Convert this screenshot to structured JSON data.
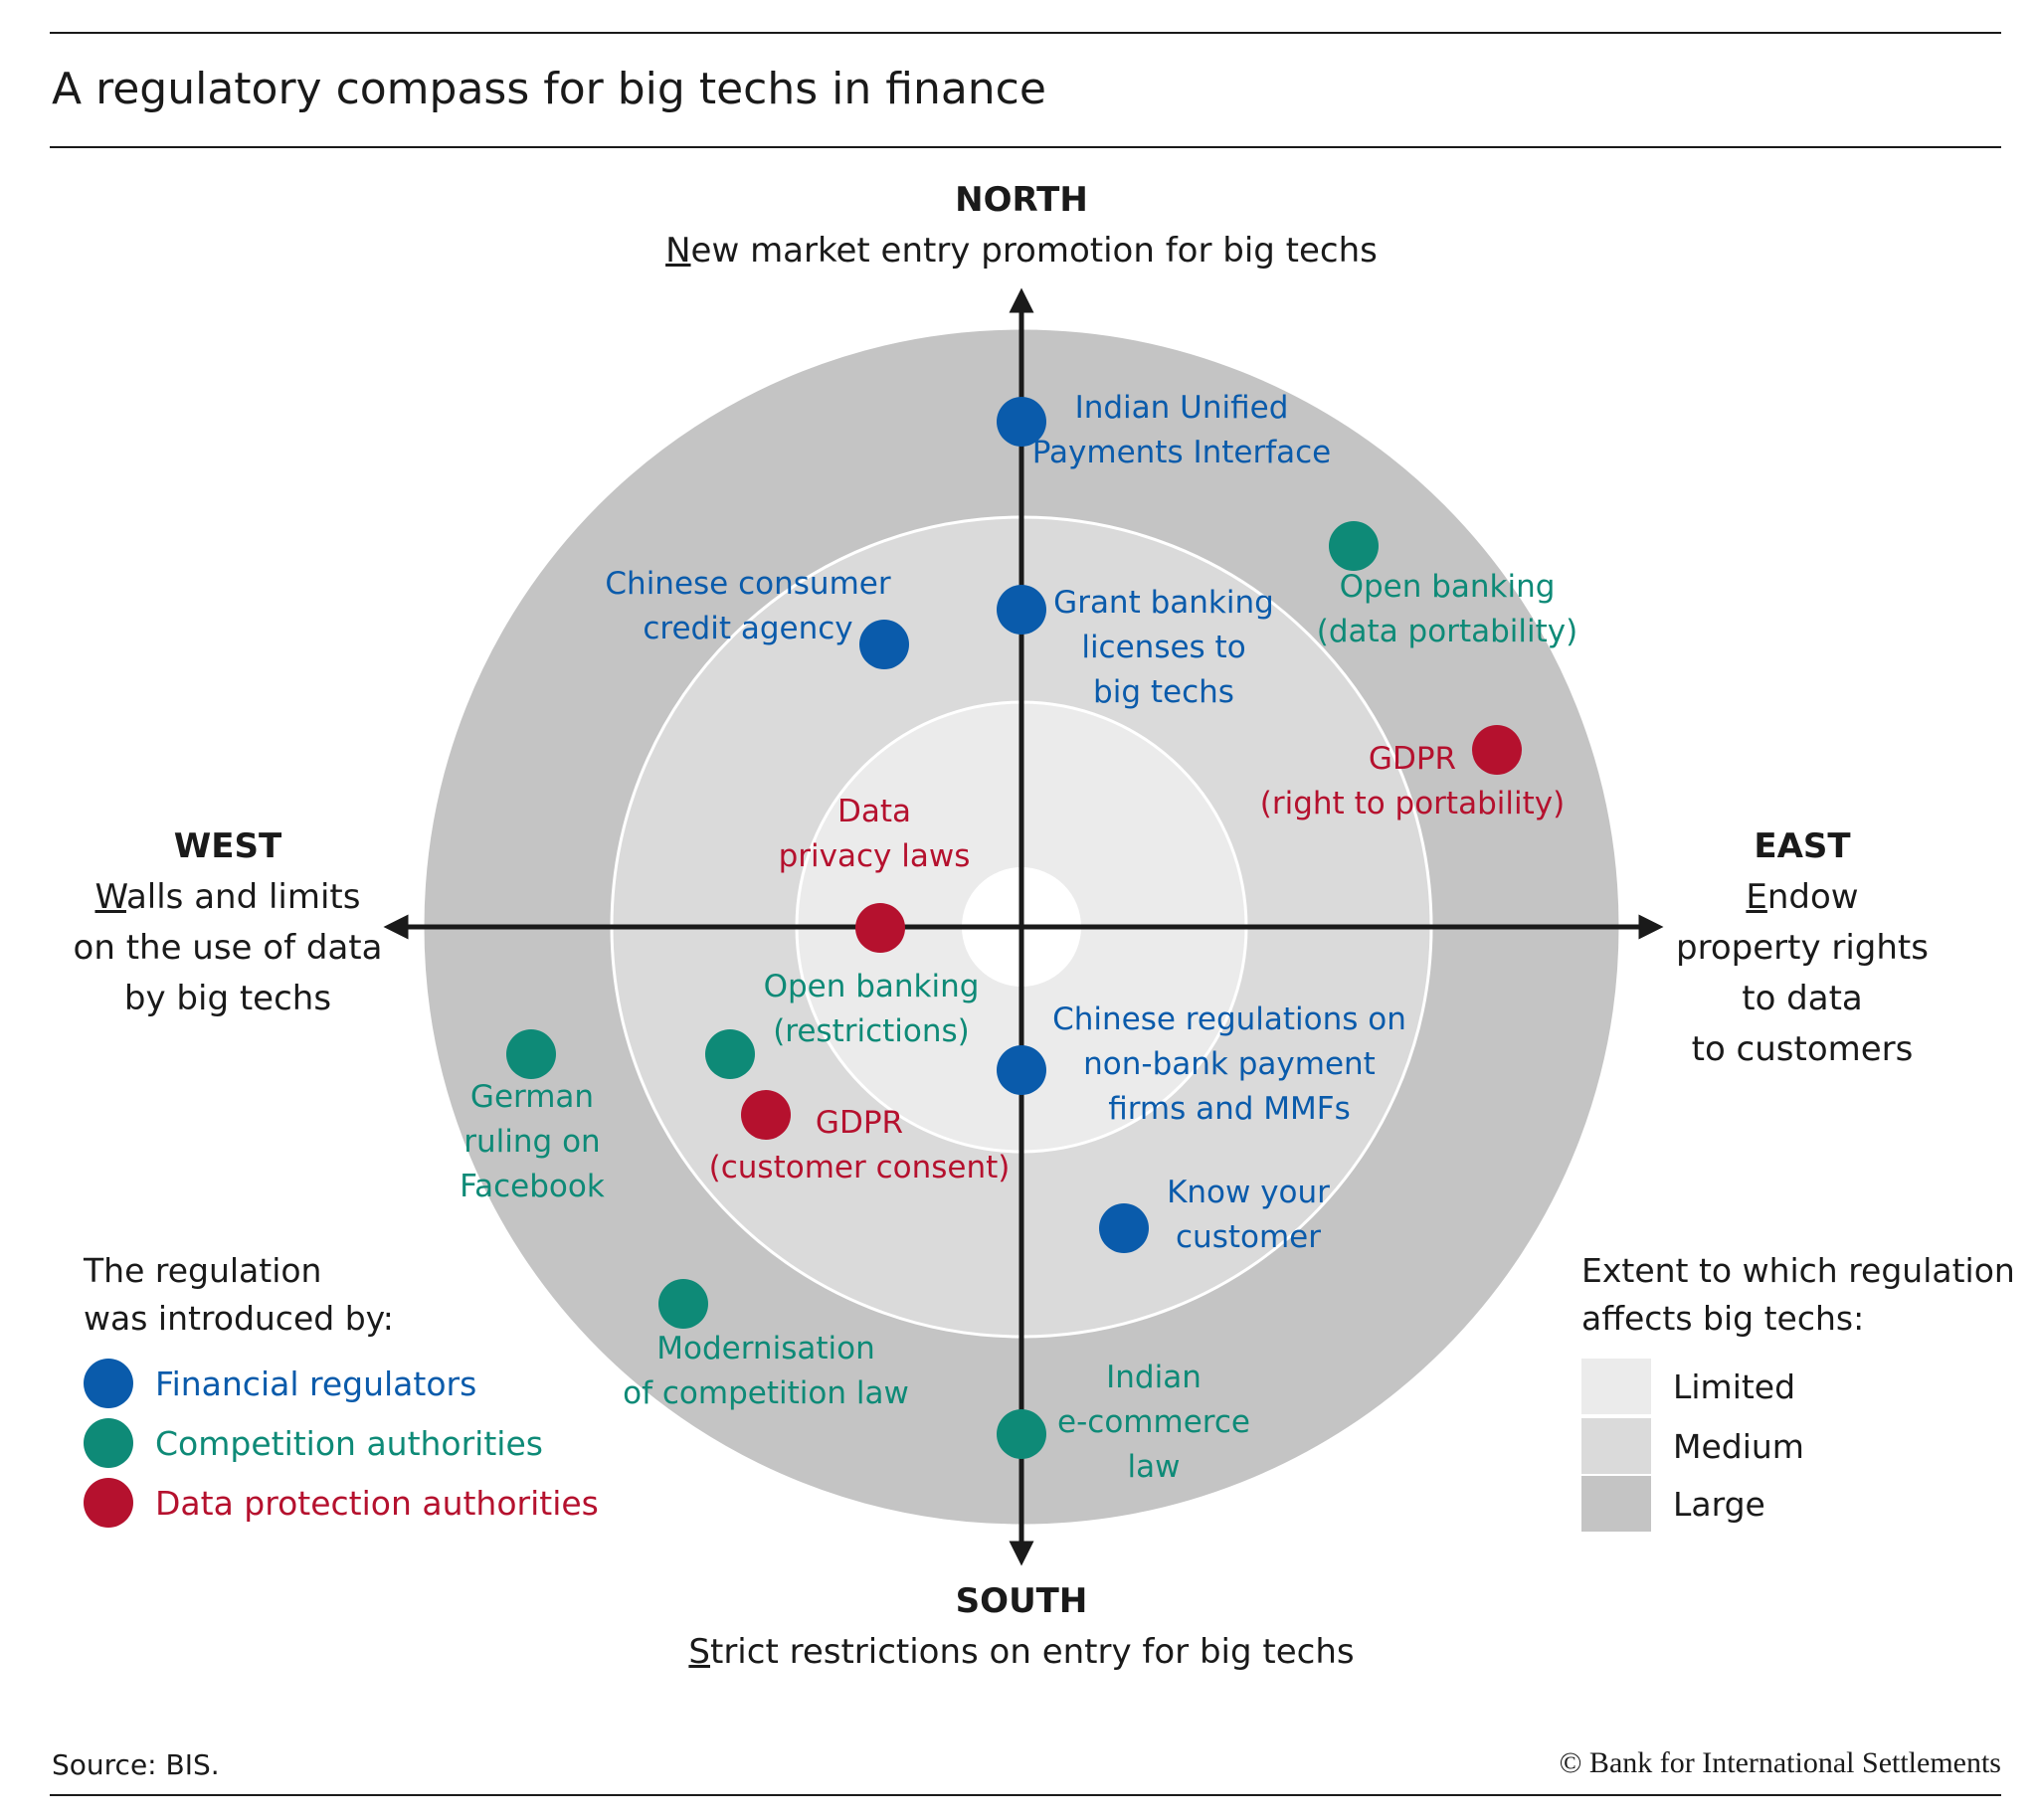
{
  "title": "A regulatory compass for big techs in finance",
  "source": "Source: BIS.",
  "copyright": "© Bank for International Settlements",
  "colors": {
    "financial": "#0a5bab",
    "competition": "#0e8a77",
    "data_protection": "#b5112e",
    "ring_limited": "#ebebeb",
    "ring_medium": "#dadada",
    "ring_large": "#c4c4c4",
    "axis": "#1a1a1a"
  },
  "directions": {
    "north": {
      "head": "NORTH",
      "desc": "New market entry promotion for big techs"
    },
    "south": {
      "head": "SOUTH",
      "desc": "Strict restrictions on entry for big techs"
    },
    "west": {
      "head": "WEST",
      "desc_lines": [
        "Walls and limits",
        "on the use of data",
        "by big techs"
      ]
    },
    "east": {
      "head": "EAST",
      "desc_lines": [
        "Endow",
        "property rights",
        "to data",
        "to customers"
      ]
    }
  },
  "legend_authority": {
    "title_lines": [
      "The regulation",
      "was introduced by:"
    ],
    "items": [
      {
        "label": "Financial regulators",
        "color": "#0a5bab"
      },
      {
        "label": "Competition authorities",
        "color": "#0e8a77"
      },
      {
        "label": "Data protection authorities",
        "color": "#b5112e"
      }
    ]
  },
  "legend_extent": {
    "title_lines": [
      "Extent to which regulation",
      "affects big techs:"
    ],
    "items": [
      {
        "label": "Limited",
        "color": "#ebebeb"
      },
      {
        "label": "Medium",
        "color": "#dadada"
      },
      {
        "label": "Large",
        "color": "#c4c4c4"
      }
    ]
  },
  "regulations": [
    {
      "label_lines": [
        "Indian Unified",
        "Payments Interface"
      ],
      "authority": "financial",
      "direction": "north",
      "extent": "Large"
    },
    {
      "label_lines": [
        "Grant banking",
        "licenses to",
        "big techs"
      ],
      "authority": "financial",
      "direction": "north",
      "extent": "Medium"
    },
    {
      "label_lines": [
        "Chinese consumer",
        "credit agency"
      ],
      "authority": "financial",
      "direction": "north-west",
      "extent": "Medium"
    },
    {
      "label_lines": [
        "Open banking",
        "(data portability)"
      ],
      "authority": "competition",
      "direction": "north-east",
      "extent": "Large"
    },
    {
      "label_lines": [
        "GDPR",
        "(right to portability)"
      ],
      "authority": "data_protection",
      "direction": "east",
      "extent": "Large"
    },
    {
      "label_lines": [
        "Data",
        "privacy laws"
      ],
      "authority": "data_protection",
      "direction": "west",
      "extent": "Limited"
    },
    {
      "label_lines": [
        "Open banking",
        "(restrictions)"
      ],
      "authority": "competition",
      "direction": "south-west",
      "extent": "Medium"
    },
    {
      "label_lines": [
        "GDPR",
        "(customer consent)"
      ],
      "authority": "data_protection",
      "direction": "south-west",
      "extent": "Medium"
    },
    {
      "label_lines": [
        "German",
        "ruling on",
        "Facebook"
      ],
      "authority": "competition",
      "direction": "south-west",
      "extent": "Large"
    },
    {
      "label_lines": [
        "Modernisation",
        "of competition law"
      ],
      "authority": "competition",
      "direction": "south-west",
      "extent": "Large"
    },
    {
      "label_lines": [
        "Chinese regulations on",
        "non-bank payment",
        "firms and MMFs"
      ],
      "authority": "financial",
      "direction": "south",
      "extent": "Limited"
    },
    {
      "label_lines": [
        "Know your",
        "customer"
      ],
      "authority": "financial",
      "direction": "south-east",
      "extent": "Medium"
    },
    {
      "label_lines": [
        "Indian",
        "e-commerce",
        "law"
      ],
      "authority": "competition",
      "direction": "south",
      "extent": "Large"
    }
  ]
}
